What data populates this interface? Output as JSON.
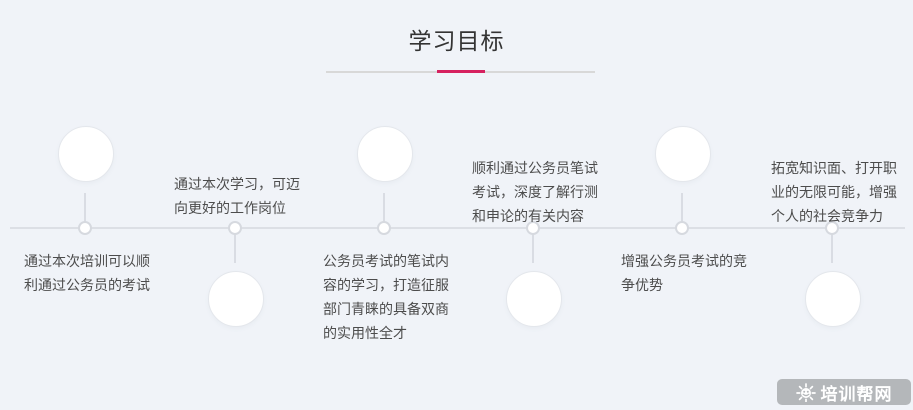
{
  "page": {
    "background_color": "#f0f3f8"
  },
  "header": {
    "title": "学习目标",
    "divider_accent_color": "#d6215f"
  },
  "timeline": {
    "items": [
      {
        "circle_position": "above-axis",
        "text_position": "below-axis",
        "text": "通过本次培训可以顺利通过公务员的考试",
        "text_lines": [
          "通过本次培训可以顺",
          "利通过公务员的考试"
        ]
      },
      {
        "circle_position": "below-axis",
        "text_position": "above-axis",
        "text": "通过本次学习，可迈向更好的工作岗位",
        "text_lines": [
          "通过本次学习，可迈",
          "向更好的工作岗位"
        ]
      },
      {
        "circle_position": "above-axis",
        "text_position": "below-axis",
        "text": "公务员考试的笔试内容的学习，打造征服部门青睐的具备双商的实用性全才",
        "text_lines": [
          "公务员考试的笔试内",
          "容的学习，打造征服",
          "部门青睐的具备双商",
          "的实用性全才"
        ]
      },
      {
        "circle_position": "below-axis",
        "text_position": "above-axis",
        "text": "顺利通过公务员笔试考试，深度了解行测和申论的有关内容",
        "text_lines": [
          "顺利通过公务员笔试",
          "考试，深度了解行测",
          "和申论的有关内容"
        ]
      },
      {
        "circle_position": "above-axis",
        "text_position": "below-axis",
        "text": "增强公务员考试的竞争优势",
        "text_lines": [
          "增强公务员考试的竞",
          "争优势"
        ]
      },
      {
        "circle_position": "below-axis",
        "text_position": "above-axis",
        "text": "拓宽知识面、打开职业的无限可能，增强个人的社会竞争力",
        "text_lines": [
          "拓宽知识面、打开职",
          "业的无限可能，增强",
          "个人的社会竞争力"
        ]
      }
    ]
  },
  "watermark": {
    "label": "培训帮网",
    "icon": "sun-face-icon",
    "background_color": "#b4b7ba",
    "text_color": "#ffffff"
  }
}
